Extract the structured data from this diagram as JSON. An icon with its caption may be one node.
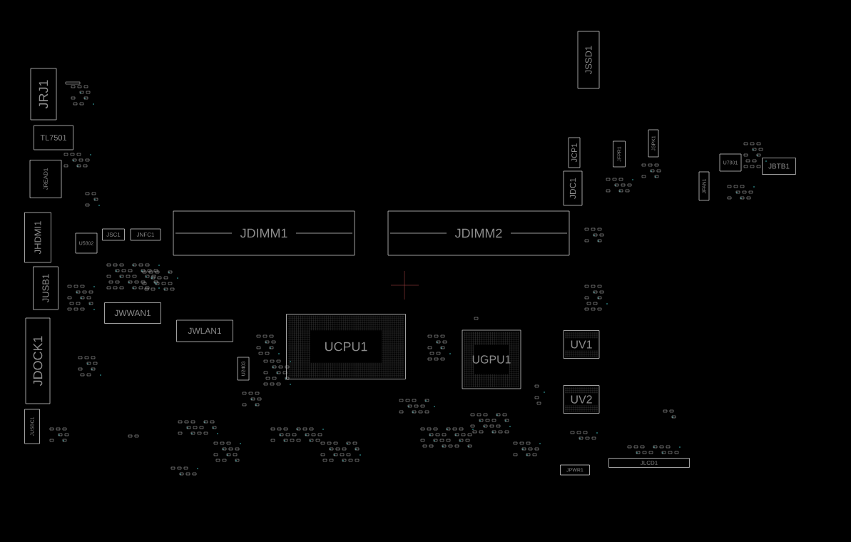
{
  "diagram": {
    "nodes": [
      {
        "text": [
          "JRJ1"
        ]
      },
      {
        "text": [
          "TL7501"
        ]
      },
      {
        "text": [
          "JREAD1"
        ]
      },
      {
        "text": [
          "JHDMI1"
        ]
      },
      {
        "text": [
          "U5802"
        ]
      },
      {
        "text": [
          "JSC1"
        ]
      },
      {
        "text": [
          "JNFC1"
        ]
      },
      {
        "text": [
          "JUSB1"
        ]
      },
      {
        "text": [
          "JWWAN1"
        ]
      },
      {
        "text": [
          "JWLAN1"
        ]
      },
      {
        "text": [
          "JDOCK1"
        ]
      },
      {
        "text": [
          "JUSBC1"
        ]
      },
      {
        "text": [
          "U2403"
        ]
      },
      {
        "text": [
          "JDIMM1"
        ]
      },
      {
        "text": [
          "JDIMM2"
        ]
      },
      {
        "text": [
          "UCPU1"
        ]
      },
      {
        "text": [
          "UGPU1"
        ]
      },
      {
        "text": [
          "UV1"
        ]
      },
      {
        "text": [
          "UV2"
        ]
      },
      {
        "text": [
          "JSSD1"
        ]
      },
      {
        "text": [
          "JCP1"
        ]
      },
      {
        "text": [
          "JDC1"
        ]
      },
      {
        "text": [
          "JFPR1"
        ]
      },
      {
        "text": [
          "JSPK1"
        ]
      },
      {
        "text": [
          "U7801"
        ]
      },
      {
        "text": [
          "JFAN1"
        ]
      },
      {
        "text": [
          "JBTB1"
        ]
      },
      {
        "text": [
          "JPWR1"
        ]
      },
      {
        "text": [
          "JLCD1"
        ]
      }
    ]
  }
}
